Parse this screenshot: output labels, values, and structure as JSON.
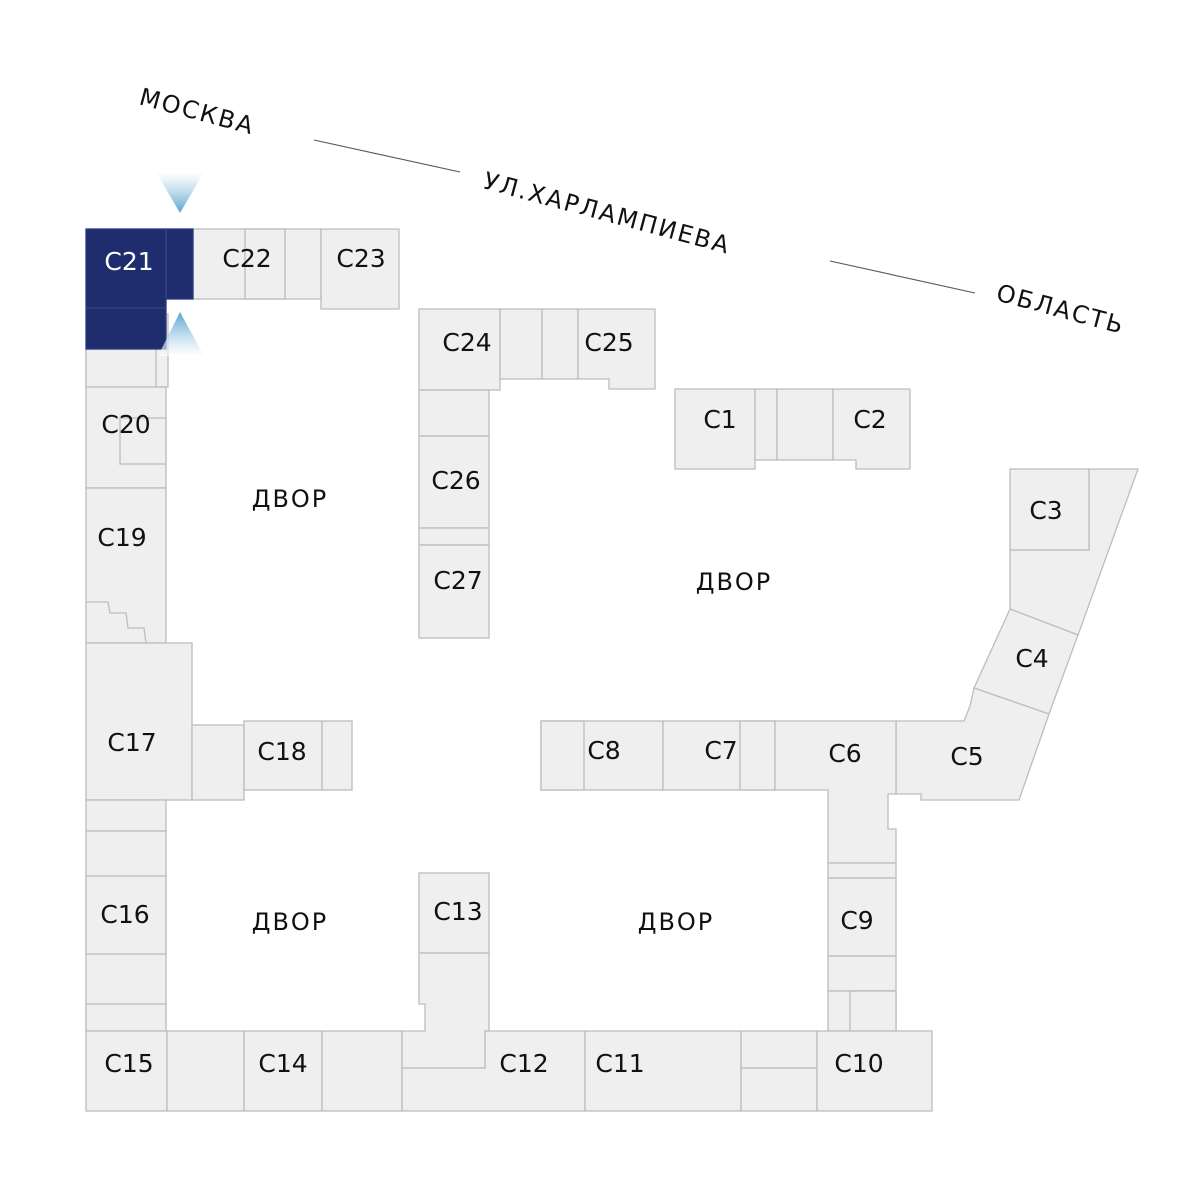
{
  "colors": {
    "section": "#efefef",
    "section_border": "#bdbdbd",
    "selected": "#1f2d6e",
    "entrance_marker": "#7fb8da"
  },
  "street": {
    "moskva": "МОСКВА",
    "name": "УЛ.ХАРЛАМПИЕВА",
    "oblast": "ОБЛАСТЬ"
  },
  "yard_label": "ДВОР",
  "selected_section": "С21",
  "sections": {
    "c1": "С1",
    "c2": "С2",
    "c3": "С3",
    "c4": "С4",
    "c5": "С5",
    "c6": "С6",
    "c7": "С7",
    "c8": "С8",
    "c9": "С9",
    "c10": "С10",
    "c11": "С11",
    "c12": "С12",
    "c13": "С13",
    "c14": "С14",
    "c15": "С15",
    "c16": "С16",
    "c17": "С17",
    "c18": "С18",
    "c19": "С19",
    "c20": "С20",
    "c21": "С21",
    "c22": "С22",
    "c23": "С23",
    "c24": "С24",
    "c25": "С25",
    "c26": "С26",
    "c27": "С27"
  },
  "icons": {
    "entrance_top": "entrance-arrow-down-icon",
    "entrance_bottom": "entrance-arrow-up-icon"
  }
}
